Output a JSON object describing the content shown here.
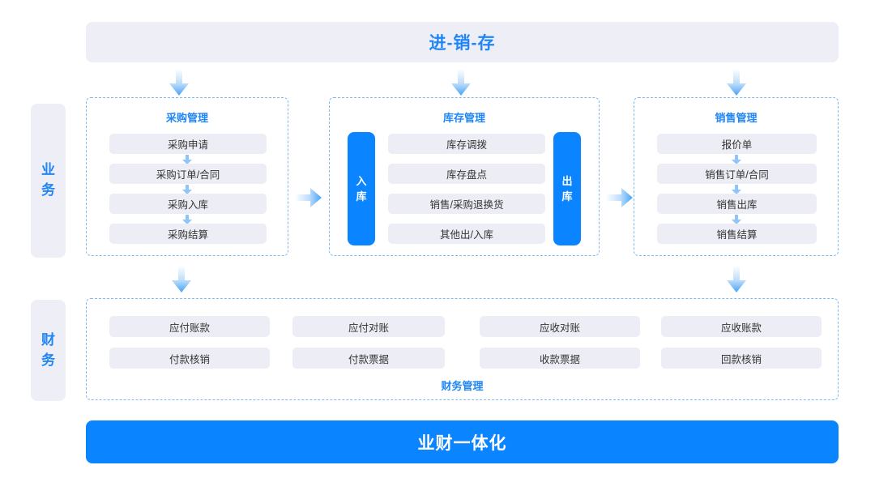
{
  "banners": {
    "top": "进-销-存",
    "bottom": "业财一体化"
  },
  "side_labels": {
    "business": {
      "line1": "业",
      "line2": "务"
    },
    "finance": {
      "line1": "财",
      "line2": "务"
    }
  },
  "panels": {
    "purchase": {
      "title": "采购管理",
      "items": [
        "采购申请",
        "采购订单/合同",
        "采购入库",
        "采购结算"
      ]
    },
    "inventory": {
      "title": "库存管理",
      "inbound": {
        "line1": "入",
        "line2": "库"
      },
      "outbound": {
        "line1": "出",
        "line2": "库"
      },
      "items": [
        "库存调拨",
        "库存盘点",
        "销售/采购退换货",
        "其他出/入库"
      ]
    },
    "sales": {
      "title": "销售管理",
      "items": [
        "报价单",
        "销售订单/合同",
        "销售出库",
        "销售结算"
      ]
    },
    "finance": {
      "title": "财务管理",
      "row1": [
        "应付账款",
        "应付对账",
        "应收对账",
        "应收账款"
      ],
      "row2": [
        "付款核销",
        "付款票据",
        "收款票据",
        "回款核销"
      ]
    }
  },
  "colors": {
    "accent_blue": "#0a84ff",
    "title_blue": "#2186f5",
    "chip_bg": "#edeef5",
    "banner_bg": "#eeeef6",
    "dashed_border": "#7fb9f5"
  }
}
